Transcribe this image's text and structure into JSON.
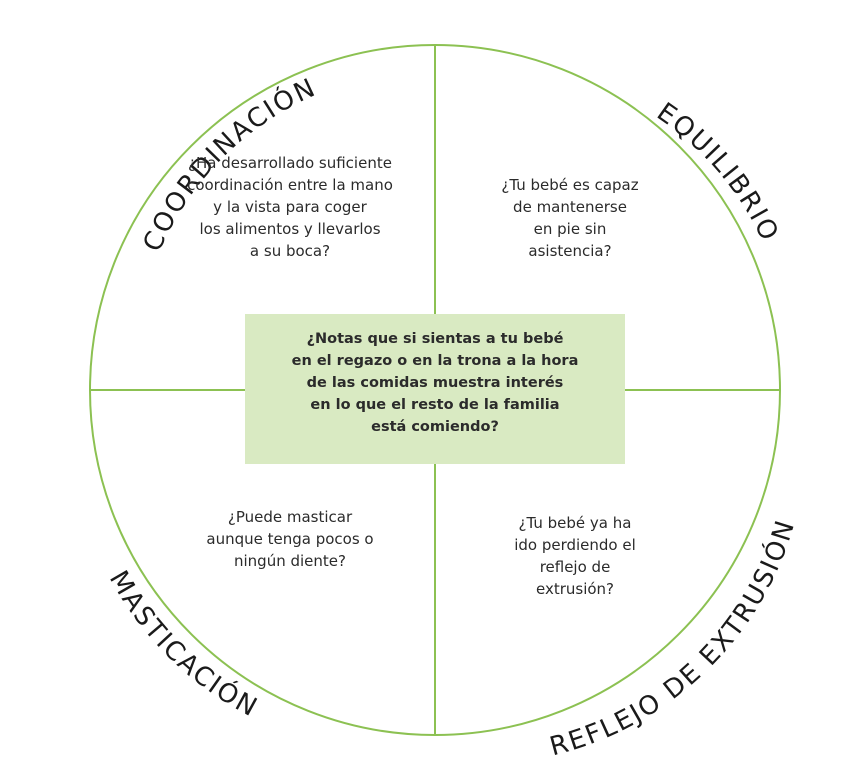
{
  "diagram": {
    "line_color": "#8cc152",
    "center_fill": "#d9eac2",
    "text_color": "#2b2b2b",
    "title_color": "#1a1a1a"
  },
  "labels": {
    "coordinacion": "COORDINACIÓN",
    "equilibrio": "EQUILIBRIO",
    "masticacion": "MASTICACIÓN",
    "reflejo": "REFLEJO DE EXTRUSIÓN"
  },
  "questions": {
    "coordinacion": [
      "¿Ha desarrollado suficiente",
      "coordinación entre la mano",
      "y la vista para coger",
      "los alimentos y llevarlos",
      "a su boca?"
    ],
    "equilibrio": [
      "¿Tu bebé es capaz",
      "de mantenerse",
      "en pie sin",
      "asistencia?"
    ],
    "masticacion": [
      "¿Puede masticar",
      "aunque tenga pocos o",
      "ningún diente?"
    ],
    "reflejo": [
      "¿Tu bebé ya ha",
      "ido perdiendo el",
      "reflejo de",
      "extrusión?"
    ]
  },
  "center": [
    "¿Notas que si sientas a tu bebé",
    "en el regazo o en la trona a la hora",
    "de las comidas muestra interés",
    "en lo que el resto de la familia",
    "está comiendo?"
  ]
}
